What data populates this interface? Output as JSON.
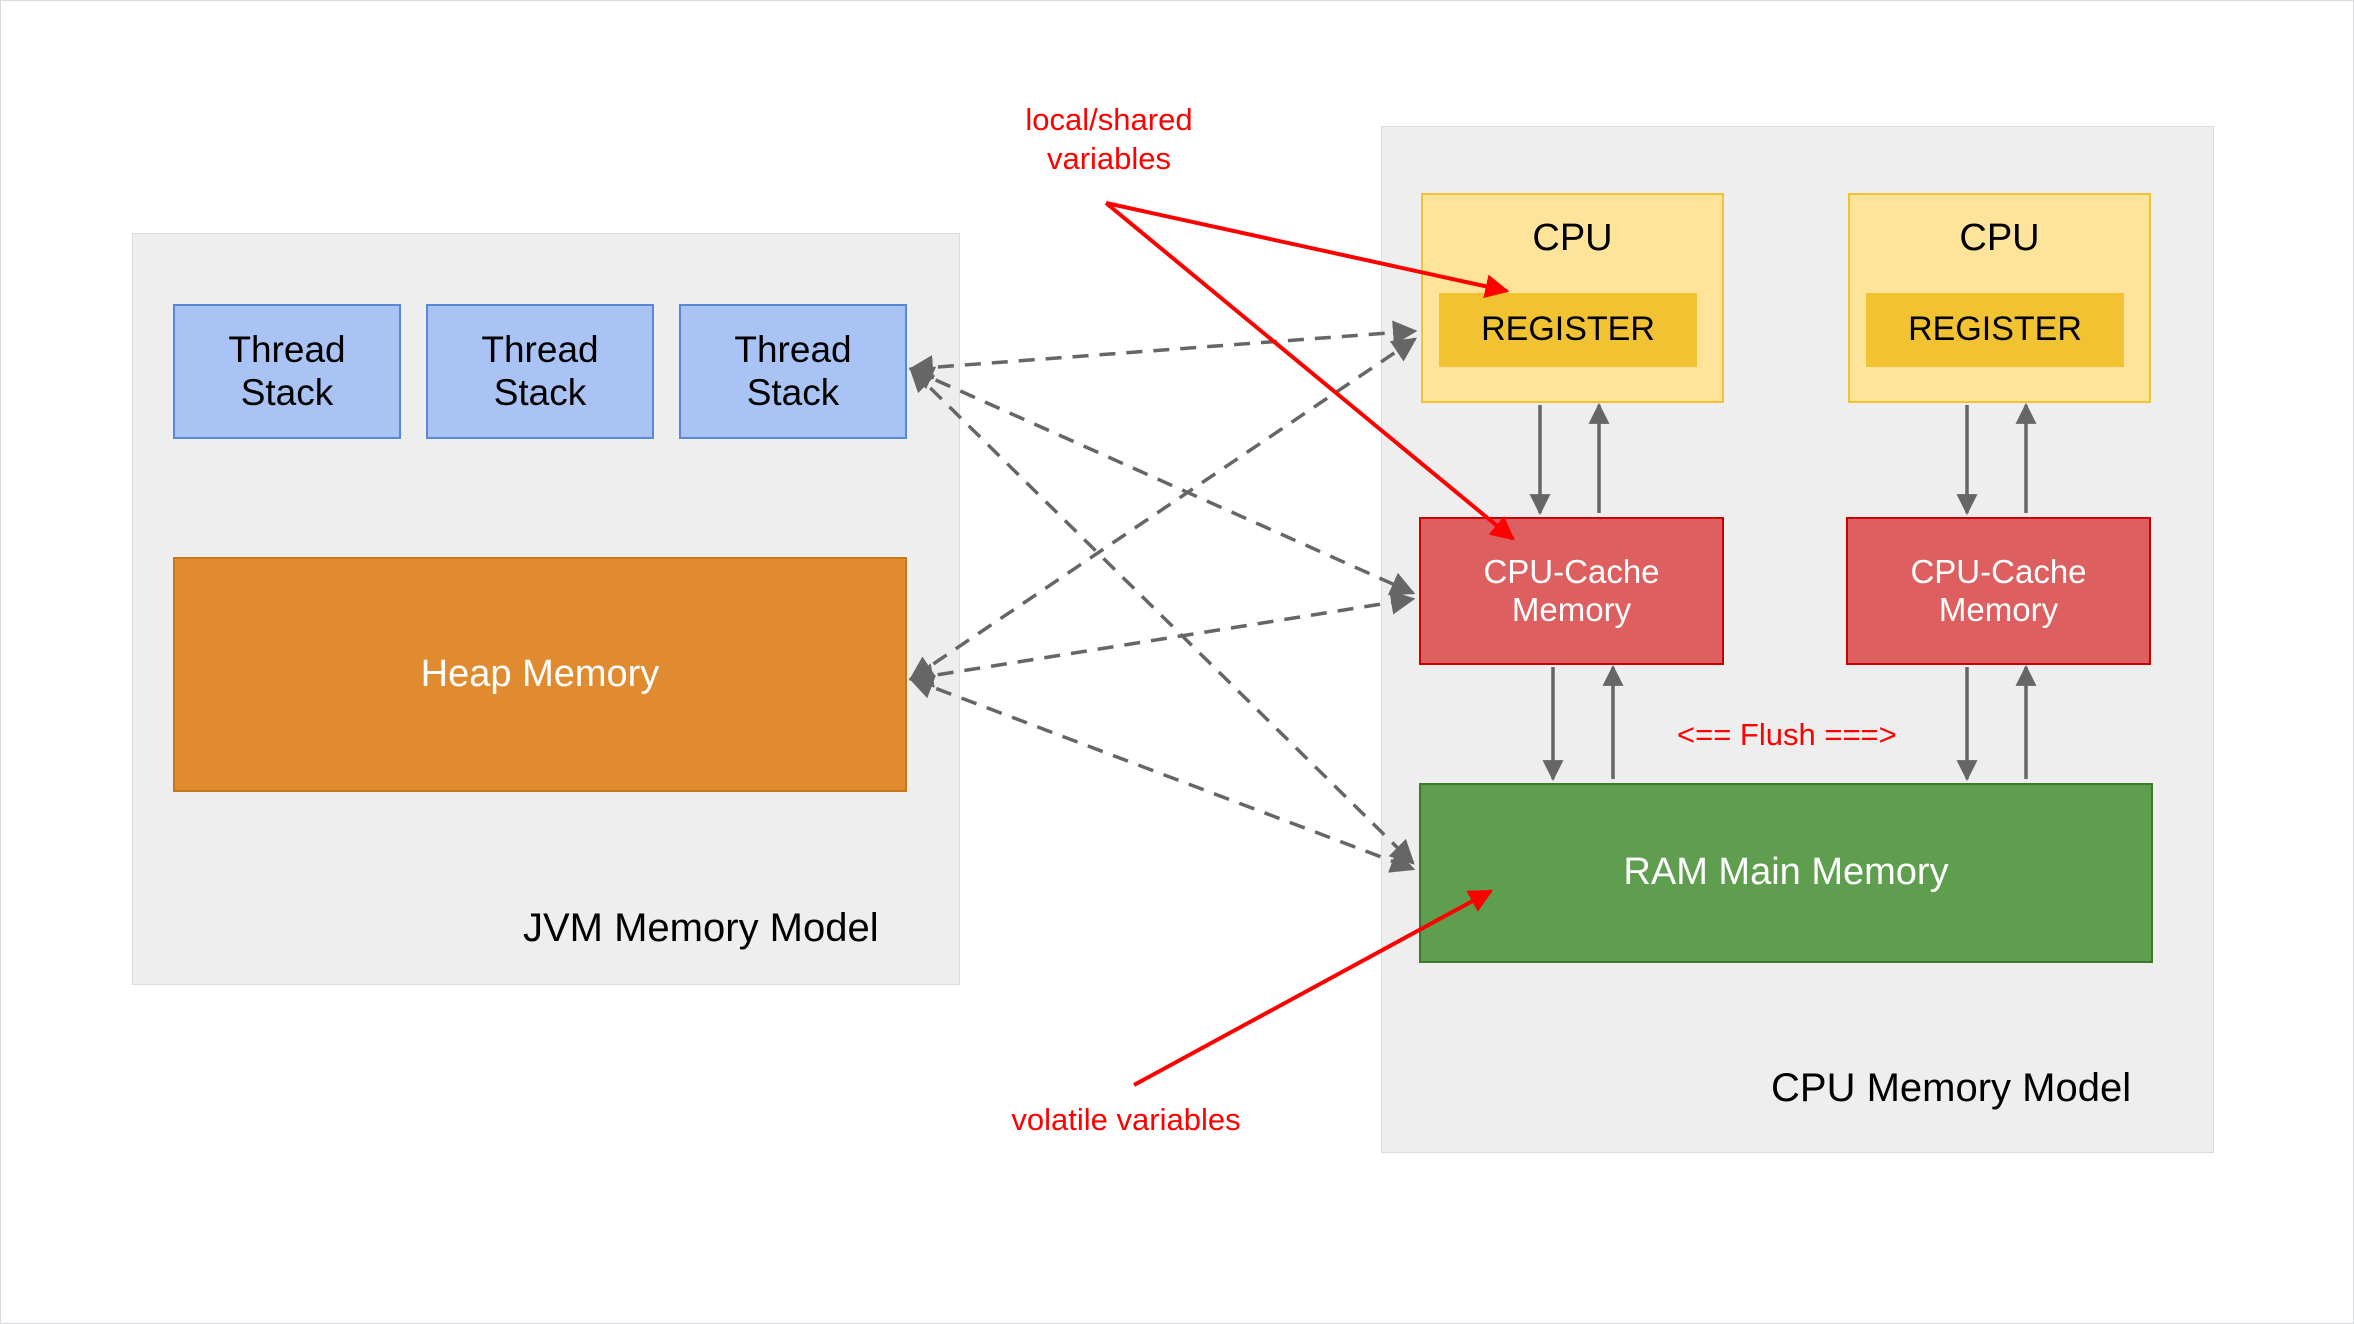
{
  "diagram": {
    "title": "JVM Memory Model and CPU Memory Model",
    "colors": {
      "panel_bg": "#eeeeee",
      "thread_stack": "#a9c4f4",
      "heap": "#e08b30",
      "cpu": "#fde49a",
      "register": "#f1c232",
      "cache": "#dd5f60",
      "ram": "#5f9e4e",
      "annotation_red": "#ff0000",
      "connector_gray": "#666666"
    }
  },
  "jvm_panel": {
    "title": "JVM Memory Model",
    "thread_stacks": [
      {
        "label": "Thread\nStack"
      },
      {
        "label": "Thread\nStack"
      },
      {
        "label": "Thread\nStack"
      }
    ],
    "heap": {
      "label": "Heap Memory"
    }
  },
  "cpu_panel": {
    "title": "CPU Memory Model",
    "cores": [
      {
        "cpu_label": "CPU",
        "register_label": "REGISTER",
        "cache_label": "CPU-Cache\nMemory"
      },
      {
        "cpu_label": "CPU",
        "register_label": "REGISTER",
        "cache_label": "CPU-Cache\nMemory"
      }
    ],
    "ram": {
      "label": "RAM Main Memory"
    },
    "flush_label": "<== Flush ===>"
  },
  "annotations": {
    "local_shared": "local/shared\nvariables",
    "volatile": "volatile variables"
  }
}
